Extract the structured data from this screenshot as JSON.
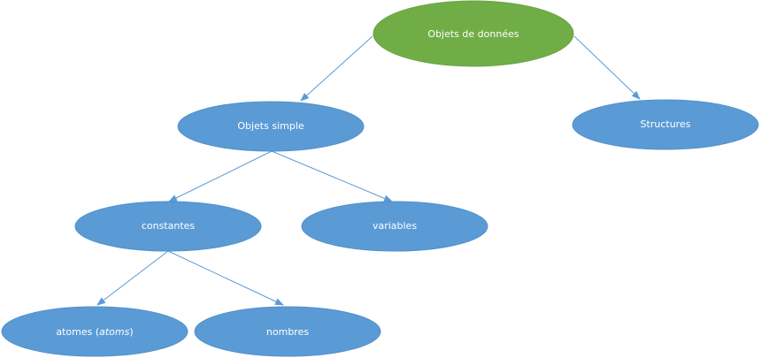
{
  "diagram": {
    "colors": {
      "root_fill": "#70ad47",
      "node_fill": "#5b9bd5",
      "node_stroke": "#4a86c0",
      "edge": "#5b9bd5",
      "label": "#ffffff"
    },
    "nodes": {
      "root": {
        "label": "Objets de données"
      },
      "simple": {
        "label": "Objets simple"
      },
      "structures": {
        "label": "Structures"
      },
      "constantes": {
        "label": "constantes"
      },
      "variables": {
        "label": "variables"
      },
      "atomes": {
        "label_prefix": "atomes (",
        "label_italic": "atoms",
        "label_suffix": ")"
      },
      "nombres": {
        "label": "nombres"
      }
    },
    "edges": [
      {
        "from": "root",
        "to": "simple"
      },
      {
        "from": "root",
        "to": "structures"
      },
      {
        "from": "simple",
        "to": "constantes"
      },
      {
        "from": "simple",
        "to": "variables"
      },
      {
        "from": "constantes",
        "to": "atomes"
      },
      {
        "from": "constantes",
        "to": "nombres"
      }
    ]
  }
}
